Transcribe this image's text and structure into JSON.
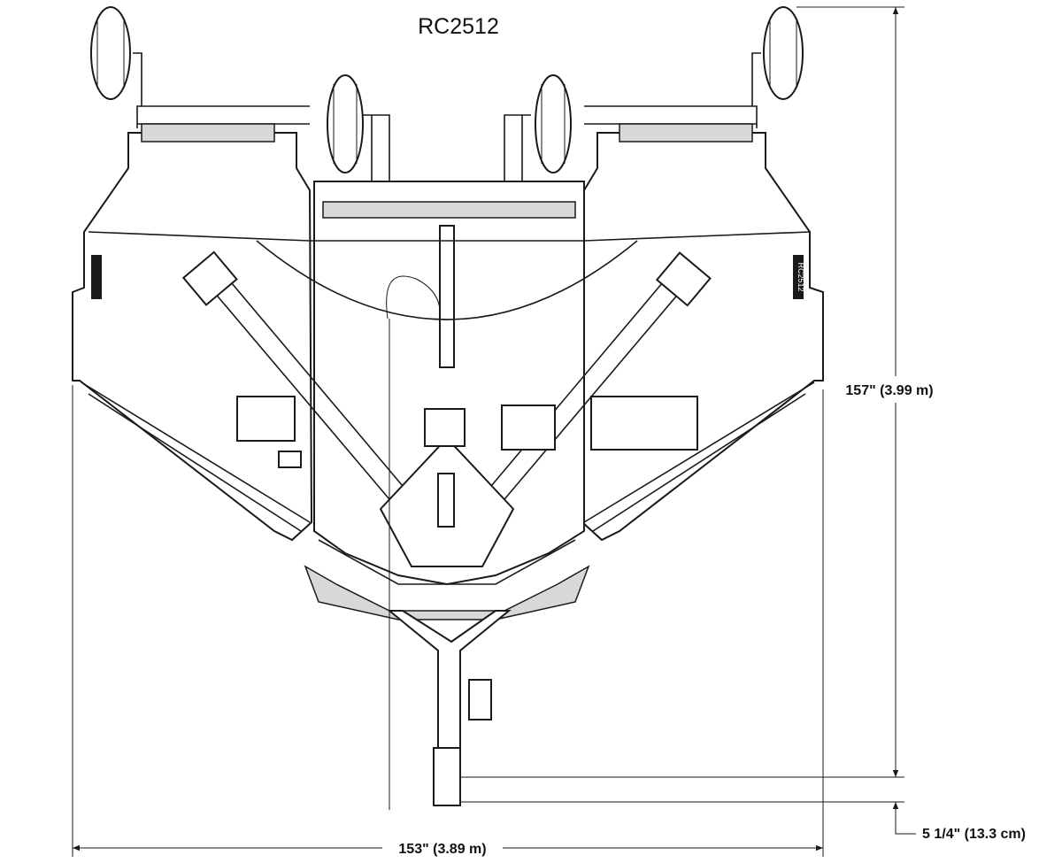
{
  "title": "RC2512",
  "deck_label": "RC2512",
  "dimensions": {
    "length": "157\" (3.99 m)",
    "width": "153\" (3.89 m)",
    "hitch_offset": "5 1/4\" (13.3 cm)"
  },
  "colors": {
    "line": "#1a1a1a",
    "background": "#ffffff"
  }
}
